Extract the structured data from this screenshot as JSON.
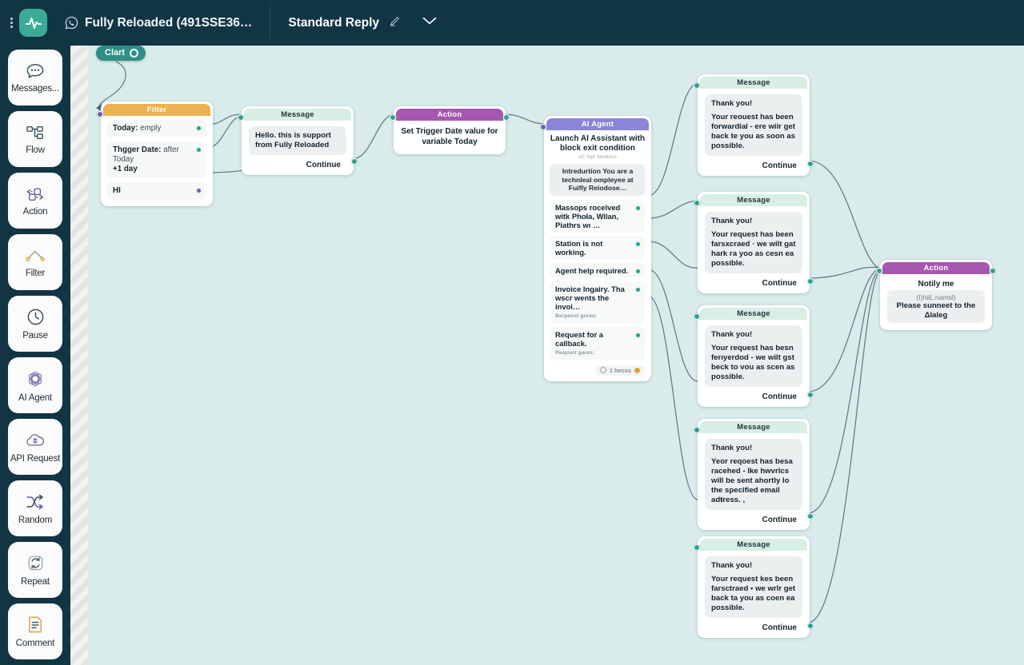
{
  "topbar": {
    "menu_icon": "kebab-menu-icon",
    "logo_icon": "pulse-logo-icon",
    "channel_icon": "whatsapp-icon",
    "project_name": "Fully Reloaded (491SSE36…",
    "flow_name": "Standard Reply",
    "edit_icon": "pencil-icon",
    "dropdown_icon": "chevron-down-icon"
  },
  "sidebar": {
    "items": [
      {
        "label": "Messages...",
        "icon": "messages-icon"
      },
      {
        "label": "Flow",
        "icon": "flow-icon"
      },
      {
        "label": "Action",
        "icon": "action-icon"
      },
      {
        "label": "Filter",
        "icon": "filter-icon"
      },
      {
        "label": "Pause",
        "icon": "clock-icon"
      },
      {
        "label": "AI Agent",
        "icon": "ai-agent-icon"
      },
      {
        "label": "API Request",
        "icon": "api-request-icon"
      },
      {
        "label": "Random",
        "icon": "shuffle-icon"
      },
      {
        "label": "Repeat",
        "icon": "repeat-icon"
      },
      {
        "label": "Comment",
        "icon": "comment-icon"
      }
    ]
  },
  "canvas": {
    "start_badge": {
      "label": "Clart",
      "icon": "start-ring-icon"
    },
    "filter_node": {
      "title": "Filter",
      "rows": [
        {
          "key": "Today:",
          "value": "emply",
          "line2": ""
        },
        {
          "key": "Thgger Date:",
          "value": "after Today",
          "line2": "+1 day"
        },
        {
          "key": "HI",
          "value": "",
          "line2": ""
        }
      ]
    },
    "message_node_1": {
      "title": "Message",
      "body": "Hello. this is support from Fully Reloaded",
      "continue": "Continue"
    },
    "action_node_1": {
      "title": "Action",
      "body": "Set Trigger Date value for variable Today"
    },
    "ai_agent_node": {
      "title": "AI Agent",
      "heading": "Launch AI Assistant with block exit condition",
      "subheading": "«C Gpt Smetocs",
      "intro": "Intredurtion  You are a technleal ompleyee at Fuifly Reiodose…",
      "rows": [
        {
          "label": "Massops rocelved witk Phoła, Wilan, Piathrs wı …",
          "sub": ""
        },
        {
          "label": "Station is not working.",
          "sub": ""
        },
        {
          "label": "Agent help required.",
          "sub": ""
        },
        {
          "label": "Invoice Ingairy. Tha wscr wents the invoi…",
          "sub": "Berpeost goree:"
        },
        {
          "label": "Request for a callback.",
          "sub": "Requsct gares;"
        }
      ],
      "footer_chip": "1 hecss"
    },
    "message_nodes": [
      {
        "title": "Message",
        "greeting": "Thank you!",
        "body": "Your reouest has been forwardial - ere wiir get back te you as soon as possible.",
        "continue": "Continue"
      },
      {
        "title": "Message",
        "greeting": "Thank you!",
        "body": "Your request has been farsxcraed · we wilt gat hark гa yoo as cesn ea possible.",
        "continue": "Continue"
      },
      {
        "title": "Message",
        "greeting": "Thank you!",
        "body": "Your request has besn ferıyerdod - we wilt gst beck to vou as scen as possible.",
        "continue": "Continue"
      },
      {
        "title": "Message",
        "greeting": "Thank you!",
        "body": "Yeor reqoest has besa racehed - lke hwvrlcs will be sent ahortly lo the specified email adŧress. ,",
        "continue": "Continue"
      },
      {
        "title": "Message",
        "greeting": "Thank you!",
        "body": "Your request kes been farsctraed • we wrlr get back ta you as coen ea possible.",
        "continue": "Continue"
      }
    ],
    "action_node_2": {
      "title": "Action",
      "heading": "Notily me",
      "variable": "(I)hiiL namsl)",
      "body": "Please sunneet to the Δlaleg"
    }
  },
  "colors": {
    "topbar_bg": "#123544",
    "canvas_bg": "#d9eceb",
    "accent_teal": "#3aab96",
    "msg_header": "#d7efe4",
    "action_header": "#a657b0",
    "filter_header": "#ecb153",
    "ai_header": "#8a85d8"
  }
}
